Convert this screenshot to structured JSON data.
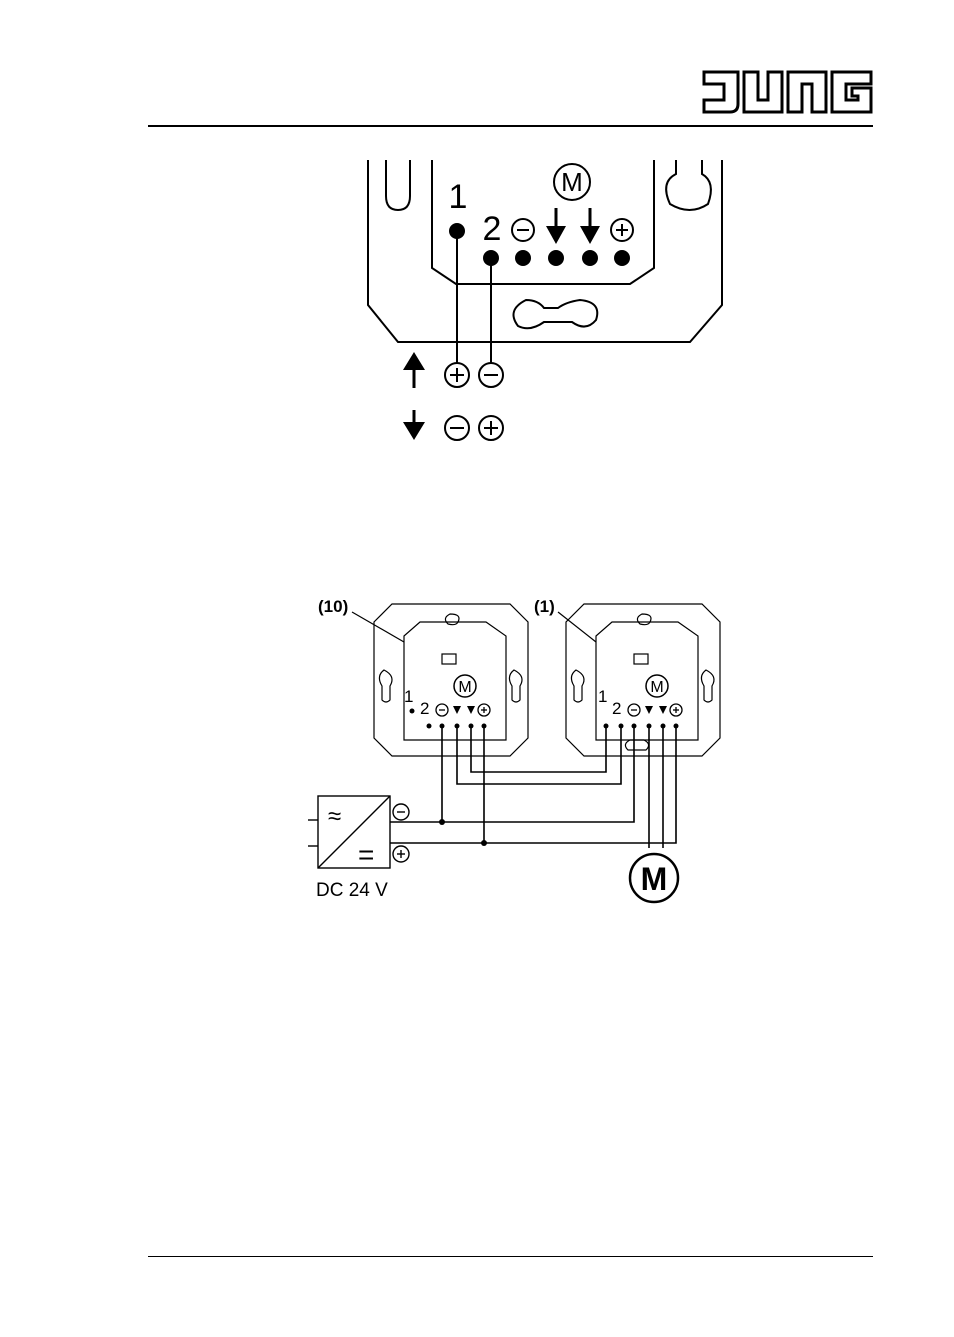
{
  "logo": {
    "text": "JUNG"
  },
  "diagram1": {
    "motor_symbol": "M",
    "terminals": [
      "1",
      "2",
      "-",
      "down-arrow",
      "down-arrow",
      "+"
    ],
    "terminal_1_label": "1",
    "terminal_2_label": "2",
    "legend": [
      {
        "direction": "up-arrow-icon",
        "first": "+",
        "second": "-"
      },
      {
        "direction": "down-arrow-icon",
        "first": "-",
        "second": "+"
      }
    ]
  },
  "diagram2": {
    "label_left": "(10)",
    "label_right": "(1)",
    "motor_small": "M",
    "motor_big": "M",
    "t1": "1",
    "t2": "2",
    "psu_ac": "≈",
    "psu_dc": "=",
    "psu_label": "DC 24 V",
    "psu_minus": "-",
    "psu_plus": "+"
  }
}
